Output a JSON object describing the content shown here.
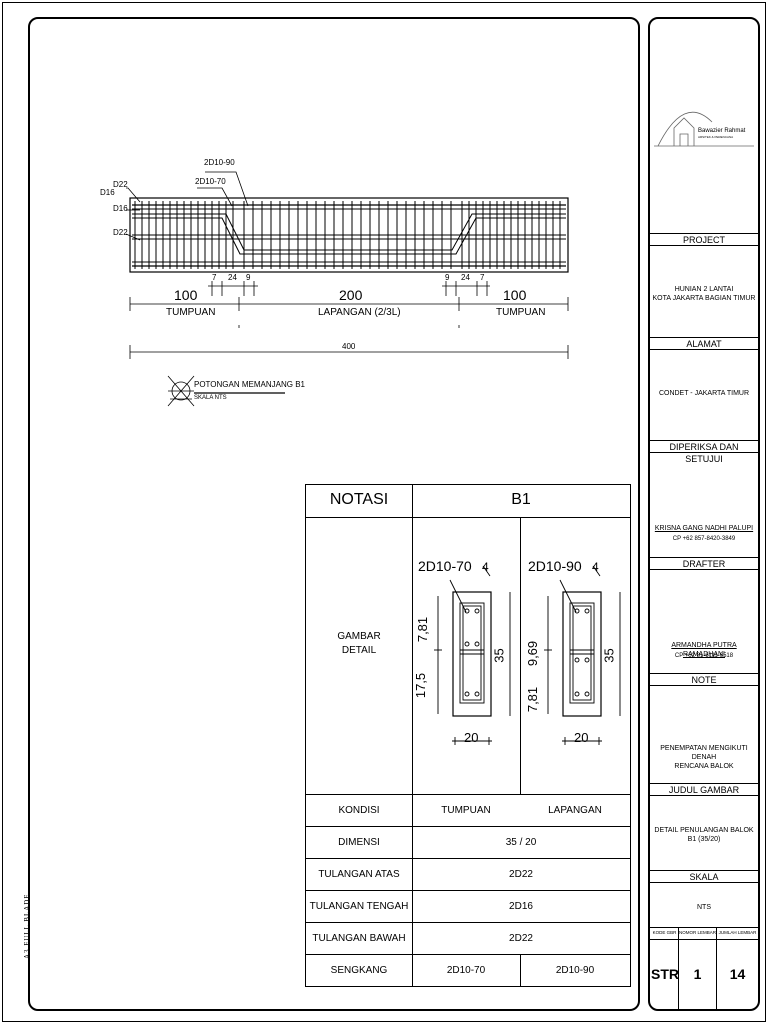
{
  "title_block": {
    "logo_text": "Bawazier Rahmat",
    "logo_subtext": "ARSITEK & PERENCANA",
    "project_label": "PROJECT",
    "project_value": "HUNIAN 2 LANTAI\nKOTA JAKARTA BAGIAN TIMUR",
    "alamat_label": "ALAMAT",
    "alamat_value": "CONDET - JAKARTA TIMUR",
    "diperiksa_label": "DIPERIKSA DAN SETUJUI",
    "diperiksa_name": "KRISNA GANG NADHI PALUPI",
    "diperiksa_phone": "CP +62 857-8420-3849",
    "drafter_label": "DRAFTER",
    "drafter_name": "ARMANDHA PUTRA RAMADHANI",
    "drafter_phone": "CP +62 81-6111-6518",
    "note_label": "NOTE",
    "note_value": "PENEMPATAN MENGIKUTI DENAH\nRENCANA BALOK",
    "judul_label": "JUDUL GAMBAR",
    "judul_value": "DETAIL PENULANGAN BALOK\nB1 (35/20)",
    "skala_label": "SKALA",
    "skala_value": "NTS",
    "kode_label": "KODE GBR",
    "nomor_label": "NOMOR LEMBAR",
    "jumlah_label": "JUMLAH LEMBAR",
    "kode_value": "STR",
    "nomor_value": "1",
    "jumlah_value": "14"
  },
  "side_text": "A3 FULL BLADE",
  "long_section": {
    "labels_left": [
      "D22",
      "D16",
      "D22"
    ],
    "stirrup_labels": [
      "2D10-90",
      "2D10-70"
    ],
    "small_dims_left": [
      "7",
      "24",
      "9"
    ],
    "small_dims_right": [
      "9",
      "24",
      "7"
    ],
    "spans": [
      {
        "value": "100",
        "label": "TUMPUAN"
      },
      {
        "value": "200",
        "label": "LAPANGAN (2/3L)"
      },
      {
        "value": "100",
        "label": "TUMPUAN"
      }
    ],
    "total": "400",
    "caption": "POTONGAN MEMANJANG B1",
    "caption_scale": "SKALA NTS"
  },
  "notasi_table": {
    "col1_header": "NOTASI",
    "col2_header": "B1",
    "detail_label": "GAMBAR\nDETAIL",
    "section_tumpuan": {
      "stirrup": "2D10-70",
      "top_dim": "4",
      "height": "35",
      "width": "20",
      "dim_a": "7,81",
      "dim_b": "17,5"
    },
    "section_lapangan": {
      "stirrup": "2D10-90",
      "top_dim": "4",
      "height": "35",
      "width": "20",
      "dim_a": "9,69",
      "dim_b": "7,81"
    },
    "rows": [
      {
        "label": "KONDISI",
        "left": "TUMPUAN",
        "right": "LAPANGAN"
      },
      {
        "label": "DIMENSI",
        "merged": "35 / 20"
      },
      {
        "label": "TULANGAN ATAS",
        "merged": "2D22"
      },
      {
        "label": "TULANGAN TENGAH",
        "merged": "2D16"
      },
      {
        "label": "TULANGAN BAWAH",
        "merged": "2D22"
      },
      {
        "label": "SENGKANG",
        "left": "2D10-70",
        "right": "2D10-90"
      }
    ]
  }
}
